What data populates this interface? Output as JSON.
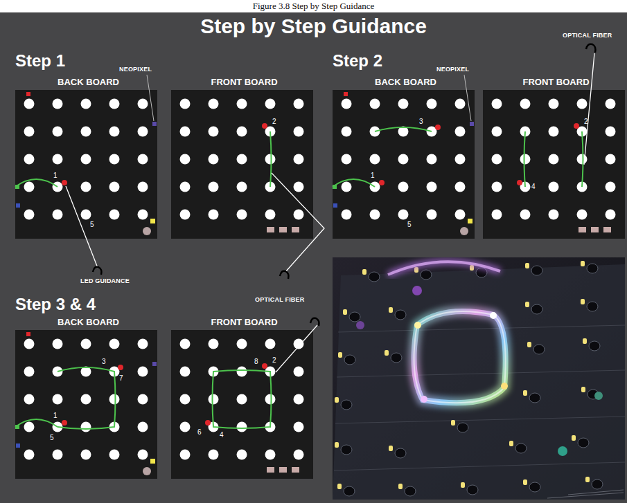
{
  "diagram": {
    "title": "Step by Step Guidance",
    "caption": "Figure 3.8 Step by Step Guidance",
    "nodes": [
      {
        "text": [
          "BACK BOARD",
          "1",
          "5"
        ]
      },
      {
        "text": [
          "FRONT BOARD",
          "2"
        ]
      },
      {
        "text": [
          "BACK BOARD",
          "3",
          "1",
          "5"
        ]
      },
      {
        "text": [
          "FRONT BOARD",
          "2",
          "4"
        ]
      },
      {
        "text": [
          "BACK BOARD",
          "3",
          "7",
          "1",
          "5"
        ]
      },
      {
        "text": [
          "FRONT BOARD",
          "8",
          "2",
          "6",
          "4"
        ]
      }
    ],
    "labels": [
      "Step 1",
      "NEOPIXEL",
      "Step 2",
      "NEOPIXEL",
      "OPTICAL FIBER",
      "LED GUIDANCE",
      "OPTICAL FIBER",
      "Step 3 & 4"
    ]
  }
}
